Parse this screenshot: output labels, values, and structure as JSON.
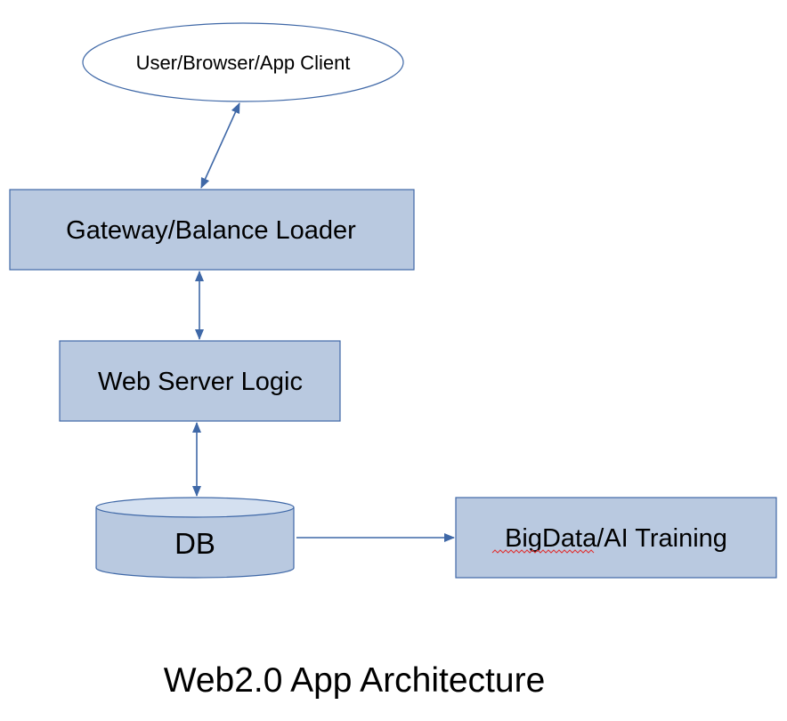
{
  "colors": {
    "box_fill": "#b9c9e0",
    "box_stroke": "#3f68a7",
    "cylinder_top_fill": "#d4e0f0",
    "ellipse_fill": "#ffffff",
    "arrow": "#3f68a7",
    "spellcheck_underline": "#e03030",
    "text": "#000000"
  },
  "nodes": {
    "client": {
      "label": "User/Browser/App Client",
      "shape": "ellipse"
    },
    "gateway": {
      "label": "Gateway/Balance Loader",
      "shape": "rectangle"
    },
    "web_server": {
      "label": "Web Server Logic",
      "shape": "rectangle"
    },
    "db": {
      "label": "DB",
      "shape": "cylinder"
    },
    "bigdata": {
      "label": "BigData/AI Training",
      "shape": "rectangle"
    }
  },
  "edges": [
    {
      "from": "client",
      "to": "gateway",
      "direction": "bidirectional"
    },
    {
      "from": "gateway",
      "to": "web_server",
      "direction": "bidirectional"
    },
    {
      "from": "web_server",
      "to": "db",
      "direction": "bidirectional"
    },
    {
      "from": "db",
      "to": "bigdata",
      "direction": "forward"
    }
  ],
  "caption": "Web2.0 App Architecture"
}
